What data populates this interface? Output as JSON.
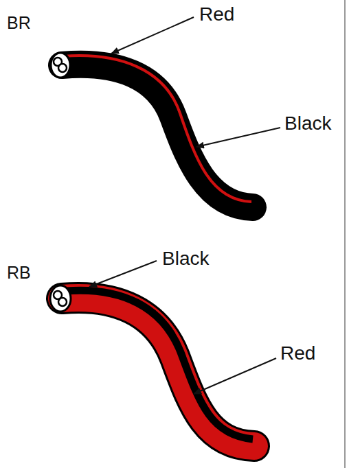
{
  "diagram": {
    "labels": [
      "BR",
      "Red",
      "Black",
      "RB",
      "Black",
      "Red"
    ]
  }
}
